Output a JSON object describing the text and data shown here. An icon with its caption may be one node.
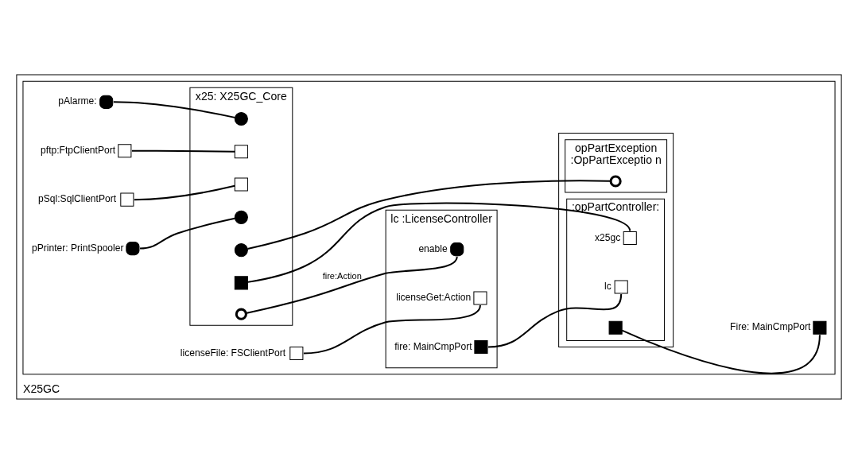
{
  "diagram": {
    "nodes": [
      {
        "text": [
          "X25GC"
        ]
      },
      {
        "text": [],
        "shape": "box",
        "in": 0
      },
      {
        "text": [],
        "shape": "circle",
        "in": 1,
        "beside": [
          "pAlarme:"
        ]
      },
      {
        "text": [],
        "shape": "box",
        "in": 1,
        "beside": [
          "pftp:FtpClientPort"
        ]
      },
      {
        "text": [],
        "shape": "box",
        "in": 1,
        "beside": [
          "pSql:SqlClientPort"
        ]
      },
      {
        "text": [],
        "shape": "circle",
        "in": 1,
        "beside": [
          "pPrinter: PrintSpooler"
        ]
      },
      {
        "text": [],
        "shape": "box",
        "in": 1,
        "beside": [
          "licenseFile: FSClientPort"
        ]
      },
      {
        "text": [
          "x25: X25GC_Core"
        ],
        "in": 1
      },
      {
        "text": [],
        "shape": "circle",
        "in": 7
      },
      {
        "text": [],
        "shape": "box",
        "in": 7
      },
      {
        "text": [],
        "shape": "box",
        "in": 7
      },
      {
        "text": [],
        "shape": "circle",
        "in": 7
      },
      {
        "text": [],
        "shape": "circle",
        "in": 7
      },
      {
        "text": [],
        "shape": "box",
        "in": 7
      },
      {
        "text": [],
        "shape": "circle",
        "in": 7
      },
      {
        "text": [
          "lc :LicenseController"
        ],
        "in": 1
      },
      {
        "text": [],
        "shape": "box",
        "in": 15,
        "beside": [
          "licenseGet:Action"
        ]
      },
      {
        "text": [],
        "shape": "circle",
        "in": 15,
        "beside": [
          "enable"
        ]
      },
      {
        "text": [],
        "shape": "box",
        "in": 15,
        "beside": [
          "fire: MainCmpPort"
        ]
      },
      {
        "text": [],
        "shape": "box",
        "in": 1
      },
      {
        "text": [
          "opPartException",
          ":OpPartExceptio n"
        ],
        "in": 19
      },
      {
        "text": [],
        "shape": "circle",
        "in": 20
      },
      {
        "text": [
          ":opPartController:"
        ],
        "in": 19
      },
      {
        "text": [],
        "shape": "box",
        "in": 22,
        "beside": [
          "x25gc"
        ]
      },
      {
        "text": [],
        "shape": "box",
        "in": 22,
        "beside": [
          "lc"
        ]
      },
      {
        "text": [],
        "shape": "box",
        "in": 22
      },
      {
        "text": [],
        "shape": "box",
        "in": 1,
        "beside": [
          "Fire: MainCmpPort"
        ]
      }
    ],
    "edges": [
      {
        "from": 2,
        "to": 8,
        "arrow": "none"
      },
      {
        "from": 3,
        "to": 9,
        "arrow": "none"
      },
      {
        "from": 4,
        "to": 10,
        "arrow": "none"
      },
      {
        "from": 5,
        "to": 11,
        "arrow": "none"
      },
      {
        "from": 6,
        "to": 16,
        "arrow": "none"
      },
      {
        "from": 12,
        "to": 21,
        "arrow": "none"
      },
      {
        "from": 14,
        "to": 17,
        "arrow": "none",
        "label": "fire:Action"
      },
      {
        "from": 13,
        "to": 23,
        "arrow": "none"
      },
      {
        "from": 18,
        "to": 24,
        "arrow": "none"
      },
      {
        "from": 25,
        "to": 26,
        "arrow": "none"
      }
    ]
  }
}
